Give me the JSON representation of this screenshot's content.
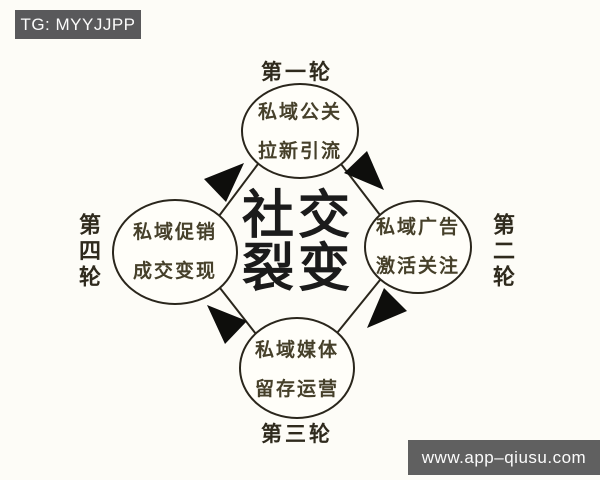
{
  "watermarks": {
    "telegram_badge": "TG: MYYJJPP",
    "website_badge": "www.app–qiusu.com"
  },
  "diagram": {
    "title_line1": "社交",
    "title_line2": "裂变",
    "nodes": [
      {
        "position": "top",
        "round_label": "第一轮",
        "line1": "私域公关",
        "line2": "拉新引流"
      },
      {
        "position": "right",
        "round_label": "第二轮",
        "line1": "私域广告",
        "line2": "激活关注"
      },
      {
        "position": "bottom",
        "round_label": "第三轮",
        "line1": "私域媒体",
        "line2": "留存运营"
      },
      {
        "position": "left",
        "round_label": "第四轮",
        "line1": "私域促销",
        "line2": "成交变现"
      }
    ],
    "flow": [
      "第一轮 → 第二轮",
      "第二轮 → 第三轮",
      "第三轮 → 第四轮",
      "第四轮 → 第一轮"
    ],
    "colors": {
      "background": "#fdfcf7",
      "circle_stroke": "#2a261c",
      "node_text": "#46402a",
      "title_text": "#1b1b1b",
      "arrow_fill": "#0e0e0c",
      "badge_background": "#59595b",
      "badge_text": "#fbfbfb"
    }
  }
}
